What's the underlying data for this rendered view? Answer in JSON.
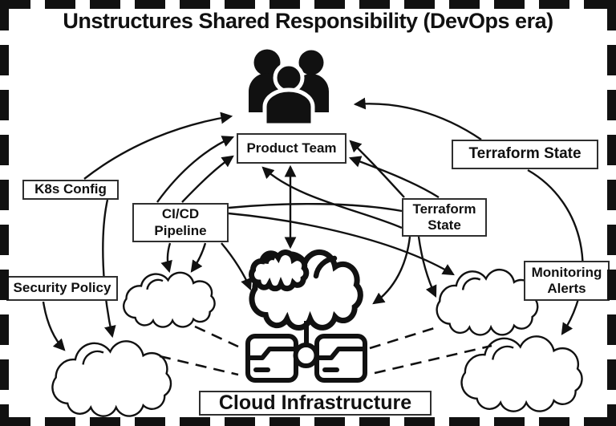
{
  "title": "Unstructures Shared Responsibility (DevOps era)",
  "nodes": {
    "product_team": {
      "label": "Product Team"
    },
    "terraform_state_top": {
      "label": "Terraform State"
    },
    "k8s_config": {
      "label": "K8s Config"
    },
    "cicd_pipeline": {
      "line1": "CI/CD",
      "line2": "Pipeline"
    },
    "terraform_state_center": {
      "line1": "Terraform",
      "line2": "State"
    },
    "security_policy": {
      "label": "Security Policy"
    },
    "monitoring_alerts": {
      "line1": "Monitoring",
      "line2": "Alerts"
    },
    "cloud_infrastructure": {
      "label": "Cloud Infrastructure"
    }
  },
  "icons": {
    "team": "team-people-icon",
    "cloud_storage": "cloud-with-folders-icon",
    "clouds": [
      "cloud-small-left",
      "cloud-bottom-left",
      "cloud-right-middle",
      "cloud-bottom-right"
    ]
  },
  "colors": {
    "ink": "#111111",
    "background": "#ffffff"
  },
  "edges": [
    {
      "from": "k8s_config",
      "to": "team-people-icon",
      "style": "arrow"
    },
    {
      "from": "k8s_config",
      "to": "cloud-bottom-left",
      "style": "arrow"
    },
    {
      "from": "security_policy",
      "to": "cloud-bottom-left",
      "style": "arrow"
    },
    {
      "from": "cicd_pipeline",
      "to": "product_team",
      "style": "arrow",
      "count": 2
    },
    {
      "from": "cicd_pipeline",
      "to": "cloud-small-left",
      "style": "arrow",
      "count": 2
    },
    {
      "from": "cicd_pipeline",
      "to": "cloud-with-folders-icon",
      "style": "arrow"
    },
    {
      "from": "cicd_pipeline",
      "to": "cloud-right-middle",
      "style": "arrow"
    },
    {
      "from": "cicd_pipeline",
      "to": "terraform_state_center",
      "style": "line"
    },
    {
      "from": "terraform_state_center",
      "to": "product_team",
      "style": "arrow",
      "count": 3
    },
    {
      "from": "terraform_state_center",
      "to": "cloud-with-folders-icon",
      "style": "arrow"
    },
    {
      "from": "terraform_state_center",
      "to": "cloud-right-middle",
      "style": "arrow"
    },
    {
      "from": "terraform_state_top",
      "to": "team-people-icon",
      "style": "arrow"
    },
    {
      "from": "terraform_state_top",
      "to": "cloud-bottom-right",
      "style": "arrow"
    },
    {
      "from": "product_team",
      "to": "cloud-with-folders-icon",
      "style": "double-arrow"
    },
    {
      "from": "cloud-small-left",
      "to": "cloud-with-folders-icon",
      "style": "dashed"
    },
    {
      "from": "cloud-bottom-left",
      "to": "cloud-with-folders-icon",
      "style": "dashed"
    },
    {
      "from": "cloud-with-folders-icon",
      "to": "cloud-right-middle",
      "style": "dashed"
    },
    {
      "from": "cloud-with-folders-icon",
      "to": "cloud-bottom-right",
      "style": "dashed"
    }
  ]
}
